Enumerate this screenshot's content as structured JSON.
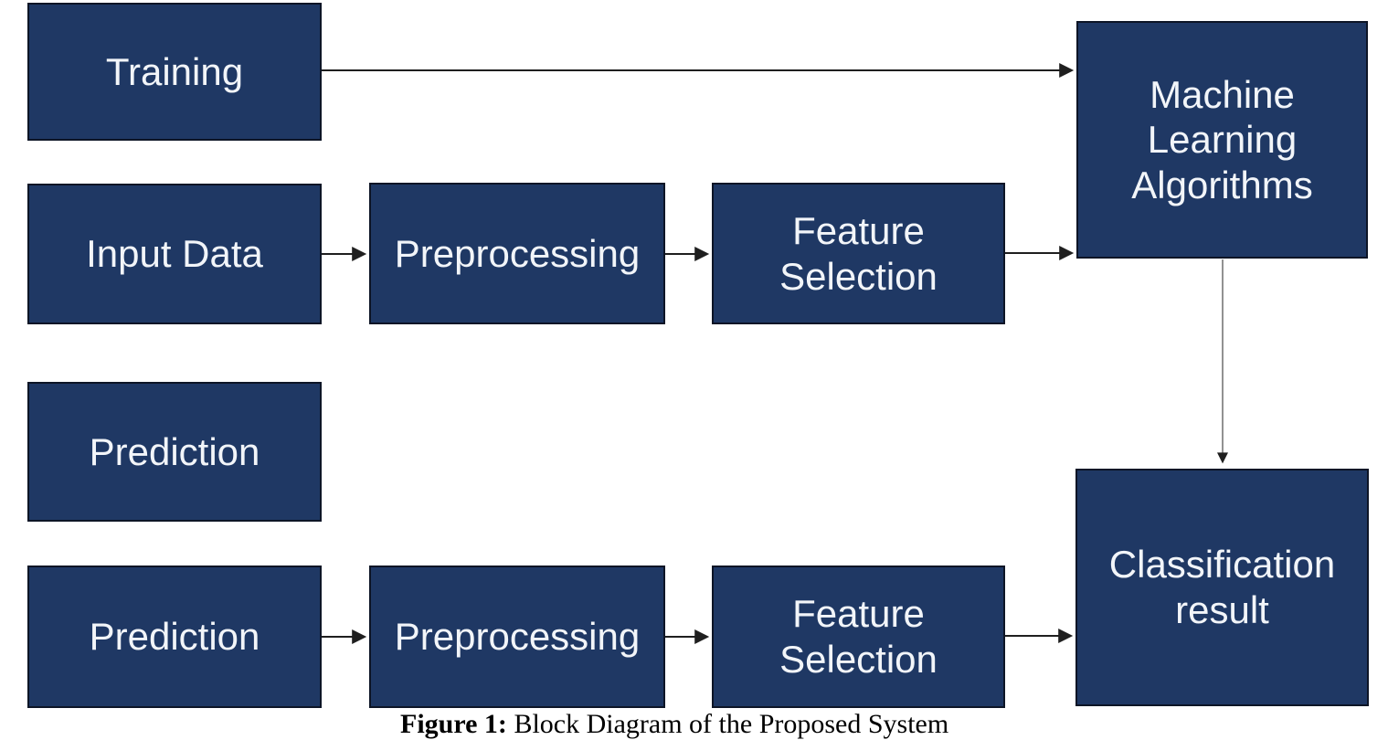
{
  "colors": {
    "node_fill": "#1f3864",
    "node_border": "#0d1526",
    "node_text": "#f2f5f9",
    "arrow": "#1f1f1f",
    "background": "#ffffff",
    "caption_text": "#000000"
  },
  "nodes": {
    "training": {
      "label": "Training"
    },
    "input_data": {
      "label": "Input Data"
    },
    "preprocessing_top": {
      "label": "Preprocessing"
    },
    "feature_selection_top": {
      "label": "Feature\nSelection"
    },
    "ml_algorithms": {
      "label": "Machine\nLearning\nAlgorithms"
    },
    "prediction_upper": {
      "label": "Prediction"
    },
    "prediction_lower": {
      "label": "Prediction"
    },
    "preprocessing_bottom": {
      "label": "Preprocessing"
    },
    "feature_selection_bottom": {
      "label": "Feature\nSelection"
    },
    "classification_result": {
      "label": "Classification\nresult"
    }
  },
  "caption": {
    "prefix": "Figure 1:",
    "rest": " Block Diagram of the Proposed System"
  }
}
